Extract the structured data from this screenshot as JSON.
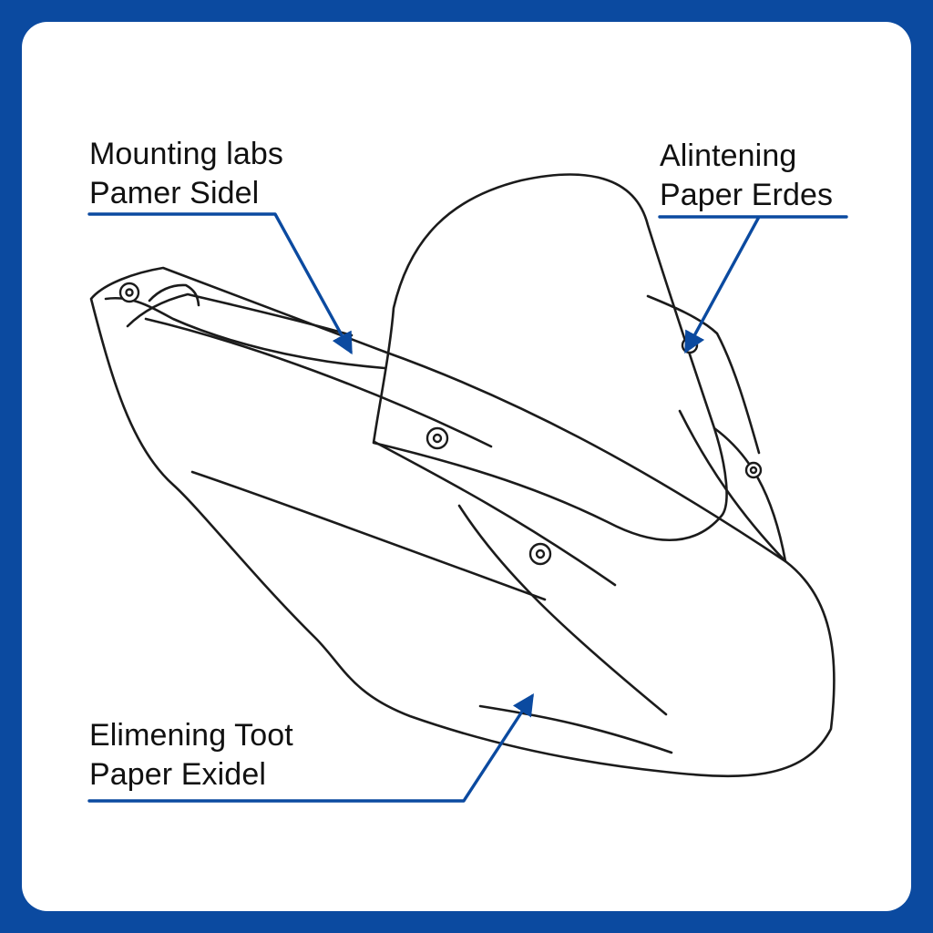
{
  "callouts": {
    "top_left": {
      "line1": "Mounting labs",
      "line2": "Pamer Sidel"
    },
    "top_right": {
      "line1": "Alintening",
      "line2": "Paper Erdes"
    },
    "bottom_left": {
      "line1": "Elimening Toot",
      "line2": "Paper Exidel"
    }
  },
  "colors": {
    "frame": "#0b4aa0",
    "panel": "#ffffff",
    "accent": "#0b4aa0",
    "outline": "#1b1b1b",
    "label_text": "#111111"
  }
}
